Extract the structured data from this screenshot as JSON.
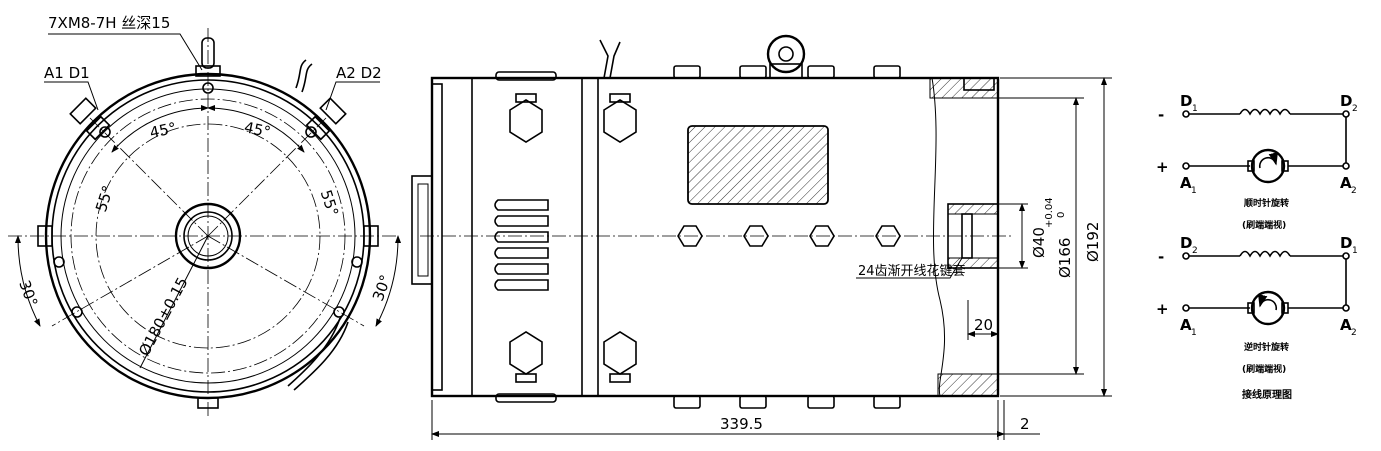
{
  "front_view": {
    "thread_callout": "7XM8-7H 丝深15",
    "terminal_left": "A1 D1",
    "terminal_right": "A2 D2",
    "angle_45_left": "45°",
    "angle_45_right": "45°",
    "angle_55_left": "55°",
    "angle_55_right": "55°",
    "angle_30_left": "30°",
    "angle_30_right": "30°",
    "pcd": "Ø180±0.15"
  },
  "side_view": {
    "spline_note": "24齿渐开线花键套",
    "dim_40": "Ø40",
    "dim_166": "Ø166",
    "tol_upper": "+0.04",
    "tol_lower": "0",
    "dim_192": "Ø192",
    "dim_20": "20",
    "dim_length": "339.5",
    "dim_2": "2"
  },
  "wiring": {
    "top": {
      "minus": "-",
      "plus": "+",
      "d_left": "D",
      "d_left_sub": "1",
      "d_right": "D",
      "d_right_sub": "2",
      "a_left": "A",
      "a_left_sub": "1",
      "a_right": "A",
      "a_right_sub": "2",
      "caption1": "顺时针旋转",
      "caption2": "(刷端端视)"
    },
    "bottom": {
      "minus": "-",
      "plus": "+",
      "d_left": "D",
      "d_left_sub": "2",
      "d_right": "D",
      "d_right_sub": "1",
      "a_left": "A",
      "a_left_sub": "1",
      "a_right": "A",
      "a_right_sub": "2",
      "caption1": "逆时针旋转",
      "caption2": "(刷端端视)"
    },
    "title": "接线原理图"
  }
}
